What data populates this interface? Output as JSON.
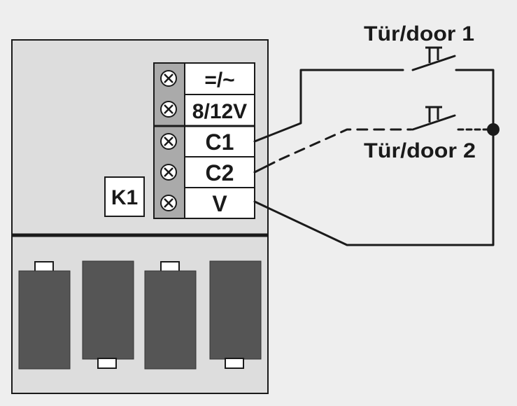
{
  "terminals": [
    {
      "id": "power",
      "label": "=/~"
    },
    {
      "id": "voltage",
      "label": "8/12V"
    },
    {
      "id": "c1",
      "label": "C1"
    },
    {
      "id": "c2",
      "label": "C2"
    },
    {
      "id": "v",
      "label": "V"
    }
  ],
  "module_label": "K1",
  "switches": {
    "door1_label": "Tür/door 1",
    "door2_label": "Tür/door 2"
  },
  "colors": {
    "background": "#eeeeee",
    "housing": "#dddddd",
    "terminal_block": "#aaaaaa",
    "battery": "#555555",
    "wire": "#1a1a1a"
  }
}
